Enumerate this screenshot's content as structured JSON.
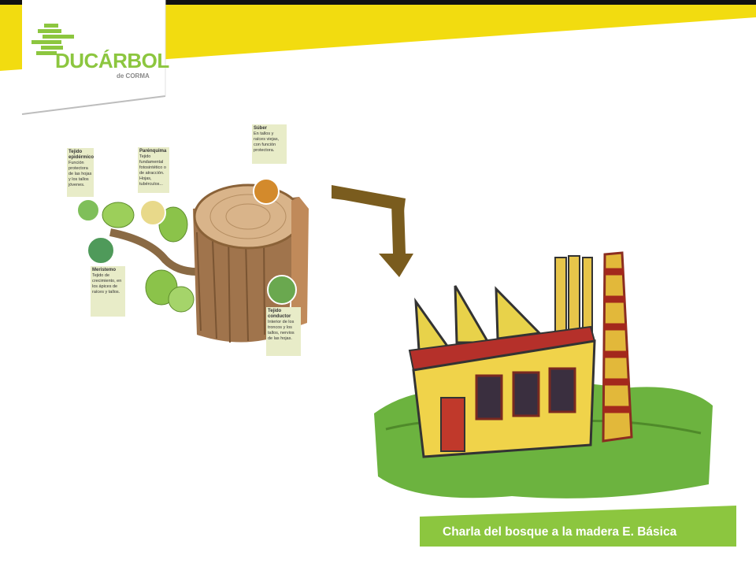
{
  "logo": {
    "name": "EDUCÁRBOL",
    "name_tail": "DUCÁRBOL",
    "subtitle": "de CORMA"
  },
  "illustration": {
    "labels": [
      {
        "title": "Tejido epidérmico",
        "text": "Función protectora de las hojas y los tallos jóvenes."
      },
      {
        "title": "Parénquima",
        "text": "Tejido fundamental fotosintético o de atracción. Hojas, tubérculos..."
      },
      {
        "title": "Súber",
        "text": "En tallos y raíces viejas, con función protectora."
      },
      {
        "title": "Meristemo",
        "text": "Tejido de crecimiento, en los ápices de raíces y tallos."
      },
      {
        "title": "Tejido conductor",
        "text": "Interior de los troncos y los tallos, nervios de las hojas."
      }
    ]
  },
  "caption": {
    "text": "Charla del bosque a la madera E. Básica"
  },
  "colors": {
    "brand_yellow": "#f2dc10",
    "brand_green": "#8cc63f",
    "arrow_brown": "#7a5c1e",
    "top_bar": "#111111"
  }
}
